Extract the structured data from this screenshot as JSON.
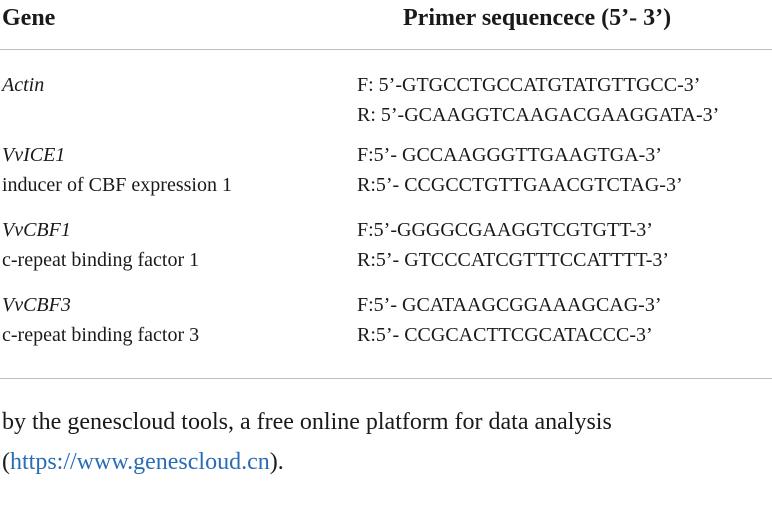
{
  "table": {
    "headers": {
      "gene": "Gene",
      "primer": "Primer sequencece (5’- 3’)"
    },
    "rows": [
      {
        "gene": "Actin",
        "description": "",
        "forward": "F: 5’-GTGCCTGCCATGTATGTTGCC-3’",
        "reverse": "R: 5’-GCAAGGTCAAGACGAAGGATA-3’"
      },
      {
        "gene": "VvICE1",
        "description": "inducer of CBF expression 1",
        "forward": "F:5’- GCCAAGGGTTGAAGTGA-3’",
        "reverse": "R:5’- CCGCCTGTTGAACGTCTAG-3’"
      },
      {
        "gene": "VvCBF1",
        "description": "c-repeat binding factor 1",
        "forward": "F:5’-GGGGCGAAGGTCGTGTT-3’",
        "reverse": "R:5’- GTCCCATCGTTTCCATTTT-3’"
      },
      {
        "gene": "VvCBF3",
        "description": "c-repeat binding factor 3",
        "forward": "F:5’- GCATAAGCGGAAAGCAG-3’",
        "reverse": "R:5’- CCGCACTTCGCATACCC-3’"
      }
    ]
  },
  "footer": {
    "line1": "by the genescloud tools, a free online platform for data analysis",
    "open_paren": "(",
    "link": "https://www.genescloud.cn",
    "close": ")."
  },
  "colors": {
    "link": "#2a6db5",
    "rule": "#bdbdbd",
    "text": "#1a1a1a"
  }
}
